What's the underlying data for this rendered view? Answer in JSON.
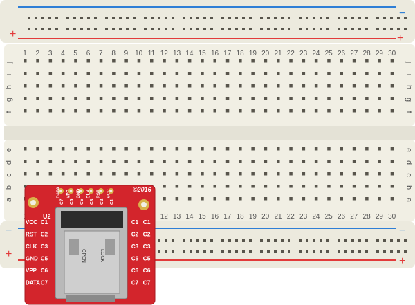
{
  "breadboard": {
    "plus_symbol": "+",
    "minus_symbol": "−",
    "column_numbers": [
      "1",
      "2",
      "3",
      "4",
      "5",
      "6",
      "7",
      "8",
      "9",
      "10",
      "11",
      "12",
      "13",
      "14",
      "15",
      "16",
      "17",
      "18",
      "19",
      "20",
      "21",
      "22",
      "23",
      "24",
      "25",
      "26",
      "27",
      "28",
      "29",
      "30"
    ],
    "top_row_letters": [
      "j",
      "i",
      "h",
      "g",
      "f"
    ],
    "bottom_row_letters": [
      "e",
      "d",
      "c",
      "b",
      "a"
    ],
    "colors": {
      "board": "#f1efe4",
      "hole": "#58554c",
      "rail_red": "#e23b3b",
      "rail_blue": "#2f7fd6"
    }
  },
  "module": {
    "copyright": "©2016",
    "label_u2": "U2",
    "header_left": [
      "VCC",
      "RST",
      "CLK",
      "GND",
      "VPP",
      "DATA"
    ],
    "header_right": [
      "C1",
      "C2",
      "C3",
      "C5",
      "C6",
      "C7"
    ],
    "header_top": [
      "DATA",
      "VPP",
      "GND",
      "CLK",
      "RST",
      "VCC"
    ],
    "header_top_codes": [
      "C7",
      "C6",
      "C5",
      "C3",
      "C2",
      "C1"
    ],
    "inner_left": [
      "C1",
      "C2",
      "C3",
      "C5",
      "C6",
      "C7"
    ],
    "inner_right": [
      "C1",
      "C2",
      "C3",
      "C5",
      "C6",
      "C7"
    ],
    "socket_text_left": "OPEN",
    "socket_text_right": "LOCK",
    "colors": {
      "pcb": "#d3252c",
      "socket": "#b9b9b9",
      "gold": "#d9b24a"
    }
  }
}
